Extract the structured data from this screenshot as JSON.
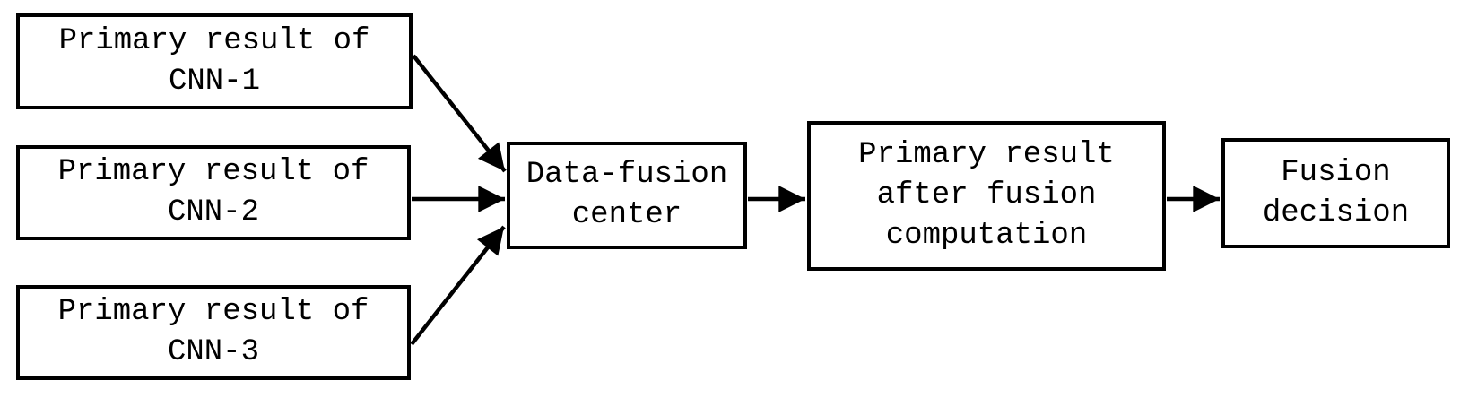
{
  "diagram": {
    "type": "flowchart",
    "background_color": "#ffffff",
    "stroke_color": "#000000",
    "text_color": "#000000",
    "nodes": {
      "cnn1": {
        "label": "Primary result of\nCNN-1"
      },
      "cnn2": {
        "label": "Primary result of\nCNN-2"
      },
      "cnn3": {
        "label": "Primary result of\nCNN-3"
      },
      "fusion_center": {
        "label": "Data-fusion\ncenter"
      },
      "after_fusion": {
        "label": "Primary result\nafter fusion\ncomputation"
      },
      "decision": {
        "label": "Fusion\ndecision"
      }
    },
    "edges": [
      {
        "from": "cnn1",
        "to": "fusion_center"
      },
      {
        "from": "cnn2",
        "to": "fusion_center"
      },
      {
        "from": "cnn3",
        "to": "fusion_center"
      },
      {
        "from": "fusion_center",
        "to": "after_fusion"
      },
      {
        "from": "after_fusion",
        "to": "decision"
      }
    ]
  }
}
